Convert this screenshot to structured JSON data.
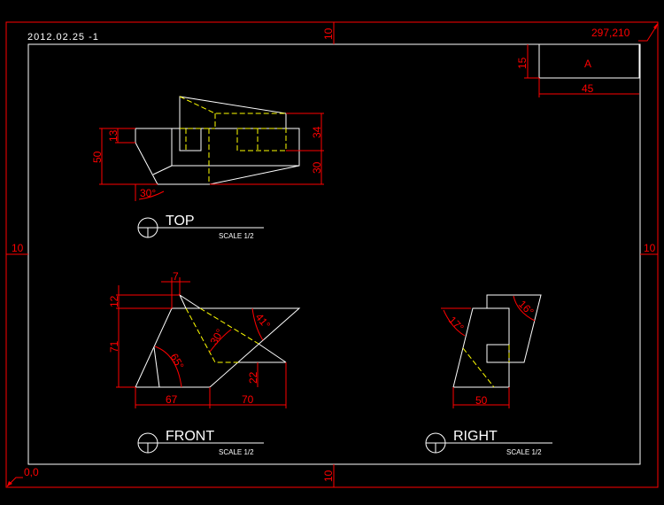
{
  "sheet": {
    "date_stamp": "2012.02.25 -1",
    "paper_size": "297,210",
    "origin": "0,0",
    "margins": {
      "top": "10",
      "left": "10",
      "right": "10",
      "bottom": "10"
    },
    "title_block": {
      "letter": "A",
      "height_dim": "15",
      "width_dim": "45"
    }
  },
  "views": {
    "top": {
      "label": "TOP",
      "scale": "SCALE 1/2",
      "dims": {
        "overall": "50",
        "notch": "13",
        "upper": "34",
        "lower": "30",
        "angle": "30°"
      }
    },
    "front": {
      "label": "FRONT",
      "scale": "SCALE 1/2",
      "dims": {
        "offset": "7",
        "rise": "12",
        "height": "71",
        "left_width": "67",
        "right_width": "70",
        "step": "22",
        "angle_a": "65°",
        "angle_b": "30°",
        "angle_c": "41°"
      }
    },
    "right": {
      "label": "RIGHT",
      "scale": "SCALE 1/2",
      "dims": {
        "width": "50",
        "angle_left": "17°",
        "angle_right": "16°"
      }
    }
  },
  "colors": {
    "geometry": "#ffffff",
    "hidden": "#ffff00",
    "dimension": "#ff0000",
    "background": "#000000"
  }
}
